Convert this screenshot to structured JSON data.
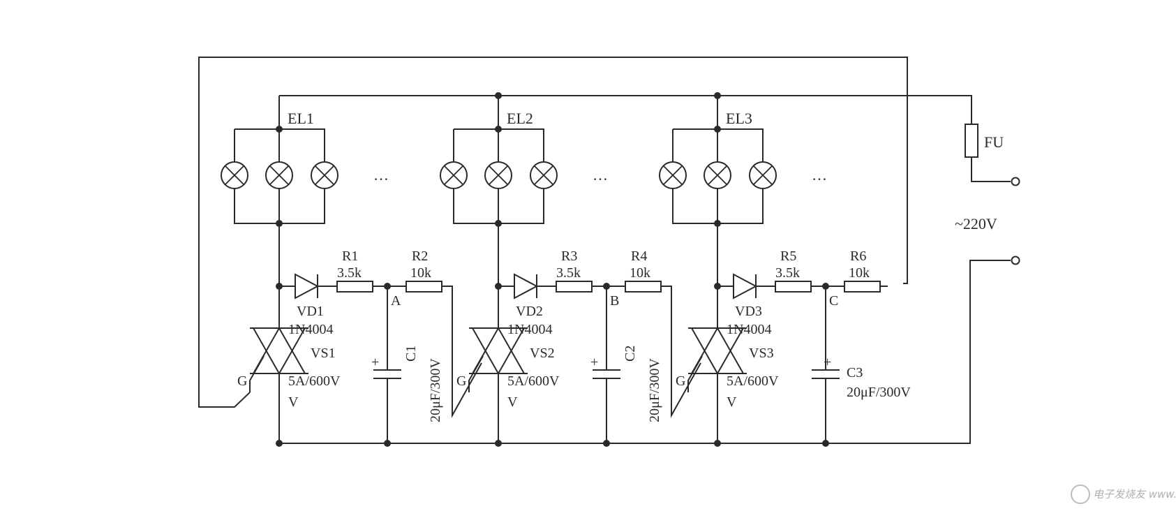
{
  "lamp_groups": [
    {
      "label": "EL1",
      "ellipsis": "…"
    },
    {
      "label": "EL2",
      "ellipsis": "…"
    },
    {
      "label": "EL3",
      "ellipsis": "…"
    }
  ],
  "fuse": {
    "label": "FU"
  },
  "supply": {
    "label": "~220V"
  },
  "resistors": [
    {
      "name": "R1",
      "value": "3.5k"
    },
    {
      "name": "R2",
      "value": "10k"
    },
    {
      "name": "R3",
      "value": "3.5k"
    },
    {
      "name": "R4",
      "value": "10k"
    },
    {
      "name": "R5",
      "value": "3.5k"
    },
    {
      "name": "R6",
      "value": "10k"
    }
  ],
  "diodes": [
    {
      "name": "VD1",
      "part": "1N4004"
    },
    {
      "name": "VD2",
      "part": "1N4004"
    },
    {
      "name": "VD3",
      "part": "1N4004"
    }
  ],
  "triacs": [
    {
      "name": "VS1",
      "rating": "5A/600V",
      "gate": "G",
      "terminal": "V"
    },
    {
      "name": "VS2",
      "rating": "5A/600V",
      "gate": "G",
      "terminal": "V"
    },
    {
      "name": "VS3",
      "rating": "5A/600V",
      "gate": "G",
      "terminal": "V"
    }
  ],
  "capacitors": [
    {
      "name": "C1",
      "value": "20μF/300V",
      "polarity": "+"
    },
    {
      "name": "C2",
      "value": "20μF/300V",
      "polarity": "+"
    },
    {
      "name": "C3",
      "value": "20μF/300V",
      "polarity": "+"
    }
  ],
  "nodes": [
    "A",
    "B",
    "C"
  ],
  "watermark": "电子发烧友 www.elecfans.com"
}
